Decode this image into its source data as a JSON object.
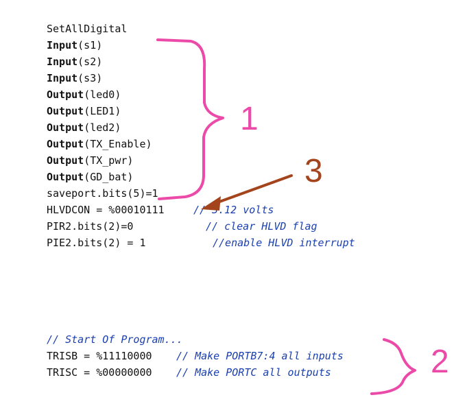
{
  "block1": [
    {
      "kw": "",
      "rest": "SetAllDigital"
    },
    {
      "kw": "Input",
      "rest": "(s1)"
    },
    {
      "kw": "Input",
      "rest": "(s2)"
    },
    {
      "kw": "Input",
      "rest": "(s3)"
    },
    {
      "kw": "Output",
      "rest": "(led0)"
    },
    {
      "kw": "Output",
      "rest": "(LED1)"
    },
    {
      "kw": "Output",
      "rest": "(led2)"
    },
    {
      "kw": "Output",
      "rest": "(TX_Enable)"
    },
    {
      "kw": "Output",
      "rest": "(TX_pwr)"
    },
    {
      "kw": "Output",
      "rest": "(GD_bat)"
    },
    {
      "kw": "",
      "rest": "saveport.bits(5)=1"
    },
    {
      "kw": "",
      "rest": "HLVDCON = %00010111",
      "comment": "// 3.12 volts"
    },
    {
      "kw": "",
      "rest": "PIR2.bits(2)=0",
      "comment": "// clear HLVD flag"
    },
    {
      "kw": "",
      "rest": "PIE2.bits(2) = 1",
      "comment": "//enable HLVD interrupt"
    }
  ],
  "block2": {
    "header_comment": "// Start Of Program...",
    "lines": [
      {
        "code": "TRISB = %11110000",
        "comment": "// Make PORTB7:4 all inputs"
      },
      {
        "code": "TRISC = %00000000",
        "comment": "// Make PORTC all outputs"
      }
    ]
  },
  "annotations": {
    "label_1": "1",
    "label_2": "2",
    "label_3": "3",
    "brace_color": "#ec4aa8",
    "arrow_color": "#a3441c",
    "label_3_color": "#a3441c"
  }
}
